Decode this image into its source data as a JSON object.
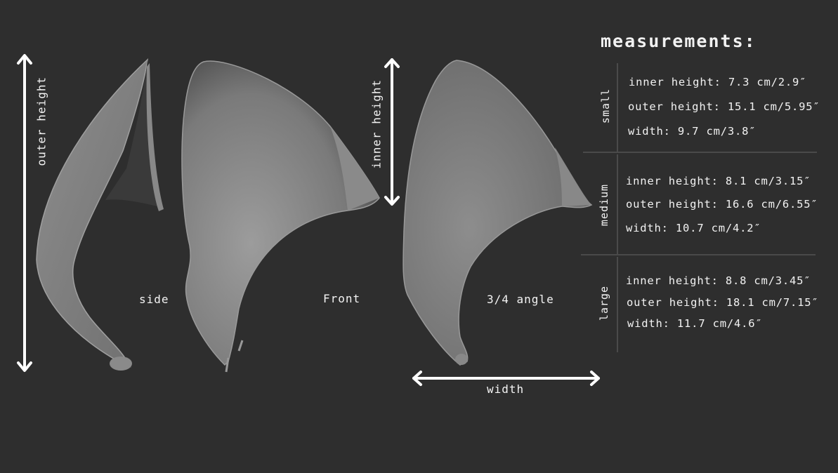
{
  "views": {
    "side": "side",
    "front": "Front",
    "three_quarter": "3/4 angle"
  },
  "dimension_labels": {
    "outer_height": "outer height",
    "inner_height": "inner height",
    "width": "width"
  },
  "measurements": {
    "title": "measurements:",
    "sizes": [
      {
        "name": "small",
        "inner_height": "inner height: 7.3 cm/2.9″",
        "outer_height": "outer height: 15.1 cm/5.95″",
        "width": "width: 9.7 cm/3.8″"
      },
      {
        "name": "medium",
        "inner_height": "inner height: 8.1 cm/3.15″",
        "outer_height": "outer height: 16.6 cm/6.55″",
        "width": "width: 10.7 cm/4.2″"
      },
      {
        "name": "large",
        "inner_height": "inner height: 8.8 cm/3.45″",
        "outer_height": "outer height: 18.1 cm/7.15″",
        "width": "width: 11.7 cm/4.6″"
      }
    ]
  },
  "colors": {
    "background": "#2e2e2e",
    "ear_light": "#9a9a9a",
    "ear_dark": "#5a5a5a",
    "arrow": "#ffffff",
    "separator": "#4a4a4a"
  }
}
